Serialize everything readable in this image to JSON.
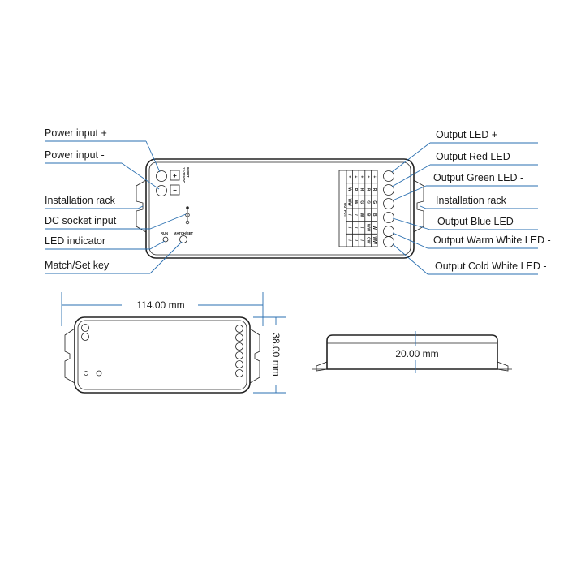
{
  "left_labels": [
    "Power input +",
    "Power input -",
    "Installation rack",
    "DC socket input",
    "LED indicator",
    "Match/Set key"
  ],
  "right_labels": [
    "Output LED +",
    "Output Red LED -",
    "Output Green LED -",
    "Installation rack",
    "Output Blue LED -",
    "Output Warm White LED -",
    "Output Cold White LED -"
  ],
  "device": {
    "input_text_1": "INPUT",
    "input_text_2": "12-24VDC",
    "plus": "+",
    "minus": "−",
    "run_label": "RUN",
    "match_label": "MATCH/SET",
    "output_label": "OUTPUT",
    "table_rows": [
      [
        "+",
        "+",
        "+",
        "+",
        "+"
      ],
      [
        "R",
        "R",
        "R",
        "R",
        "W"
      ],
      [
        "G",
        "G",
        "G",
        "W",
        "WW"
      ],
      [
        "B",
        "B",
        "W",
        "/",
        "/"
      ],
      [
        "W",
        "WW",
        "/",
        "/",
        "/"
      ],
      [
        "WW",
        "CW",
        "/",
        "/",
        "/"
      ]
    ]
  },
  "dimensions": {
    "length": "114.00 mm",
    "width": "38.00 mm",
    "height": "20.00 mm"
  },
  "colors": {
    "leader_line": "#2a6fb0",
    "outline": "#222222"
  }
}
